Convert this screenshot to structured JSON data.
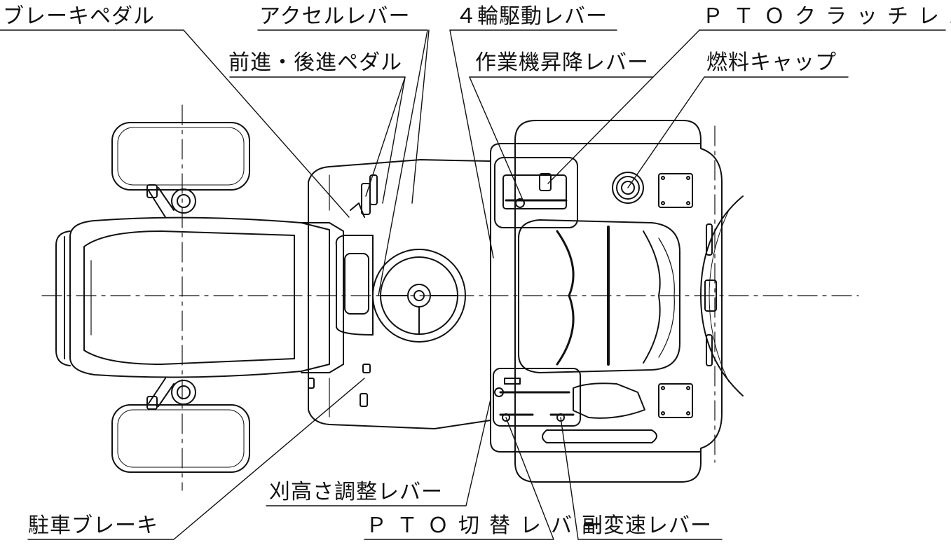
{
  "labels": {
    "brake_pedal": "ブレーキペダル",
    "accelerator_lever": "アクセルレバー",
    "four_wd_lever": "４輪駆動レバー",
    "pto_clutch_lever": "ＰＴＯクラッチレバー",
    "forward_reverse_pedal": "前進・後進ペダル",
    "implement_lift_lever": "作業機昇降レバー",
    "fuel_cap": "燃料キャップ",
    "cutting_height_lever": "刈高さ調整レバー",
    "parking_brake": "駐車ブレーキ",
    "pto_switch_lever": "ＰＴＯ切替レバー",
    "sub_shift_lever": "副変速レバー"
  },
  "colors": {
    "ink": "#111111",
    "background": "#ffffff"
  }
}
